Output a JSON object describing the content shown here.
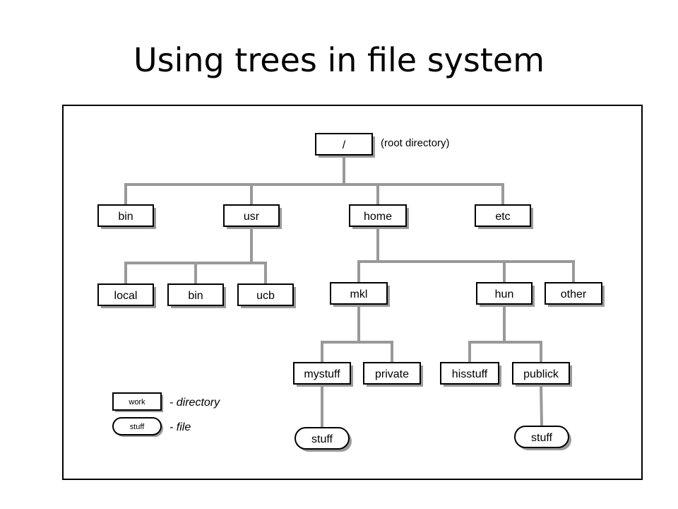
{
  "slide": {
    "title": "Using trees in file system"
  },
  "diagram": {
    "root_annotation": "(root directory)",
    "colors": {
      "edge": "#999999",
      "node_border": "#000000",
      "node_shadow": "#9a9a9a"
    },
    "nodes": [
      {
        "id": "root",
        "label": "/",
        "kind": "directory",
        "parent": null
      },
      {
        "id": "bin",
        "label": "bin",
        "kind": "directory",
        "parent": "root"
      },
      {
        "id": "usr",
        "label": "usr",
        "kind": "directory",
        "parent": "root"
      },
      {
        "id": "home",
        "label": "home",
        "kind": "directory",
        "parent": "root"
      },
      {
        "id": "etc",
        "label": "etc",
        "kind": "directory",
        "parent": "root"
      },
      {
        "id": "local",
        "label": "local",
        "kind": "directory",
        "parent": "usr"
      },
      {
        "id": "usr-bin",
        "label": "bin",
        "kind": "directory",
        "parent": "usr"
      },
      {
        "id": "ucb",
        "label": "ucb",
        "kind": "directory",
        "parent": "usr"
      },
      {
        "id": "mkl",
        "label": "mkl",
        "kind": "directory",
        "parent": "home"
      },
      {
        "id": "hun",
        "label": "hun",
        "kind": "directory",
        "parent": "home"
      },
      {
        "id": "other",
        "label": "other",
        "kind": "directory",
        "parent": "home"
      },
      {
        "id": "mystuff",
        "label": "mystuff",
        "kind": "directory",
        "parent": "mkl"
      },
      {
        "id": "private",
        "label": "private",
        "kind": "directory",
        "parent": "mkl"
      },
      {
        "id": "hisstuff",
        "label": "hisstuff",
        "kind": "directory",
        "parent": "hun"
      },
      {
        "id": "publick",
        "label": "publick",
        "kind": "directory",
        "parent": "hun"
      },
      {
        "id": "mystuff-stuff",
        "label": "stuff",
        "kind": "file",
        "parent": "mystuff"
      },
      {
        "id": "publick-stuff",
        "label": "stuff",
        "kind": "file",
        "parent": "publick"
      }
    ],
    "legend": [
      {
        "kind": "directory",
        "sample": "work",
        "description": "- directory"
      },
      {
        "kind": "file",
        "sample": "stuff",
        "description": "- file"
      }
    ]
  }
}
